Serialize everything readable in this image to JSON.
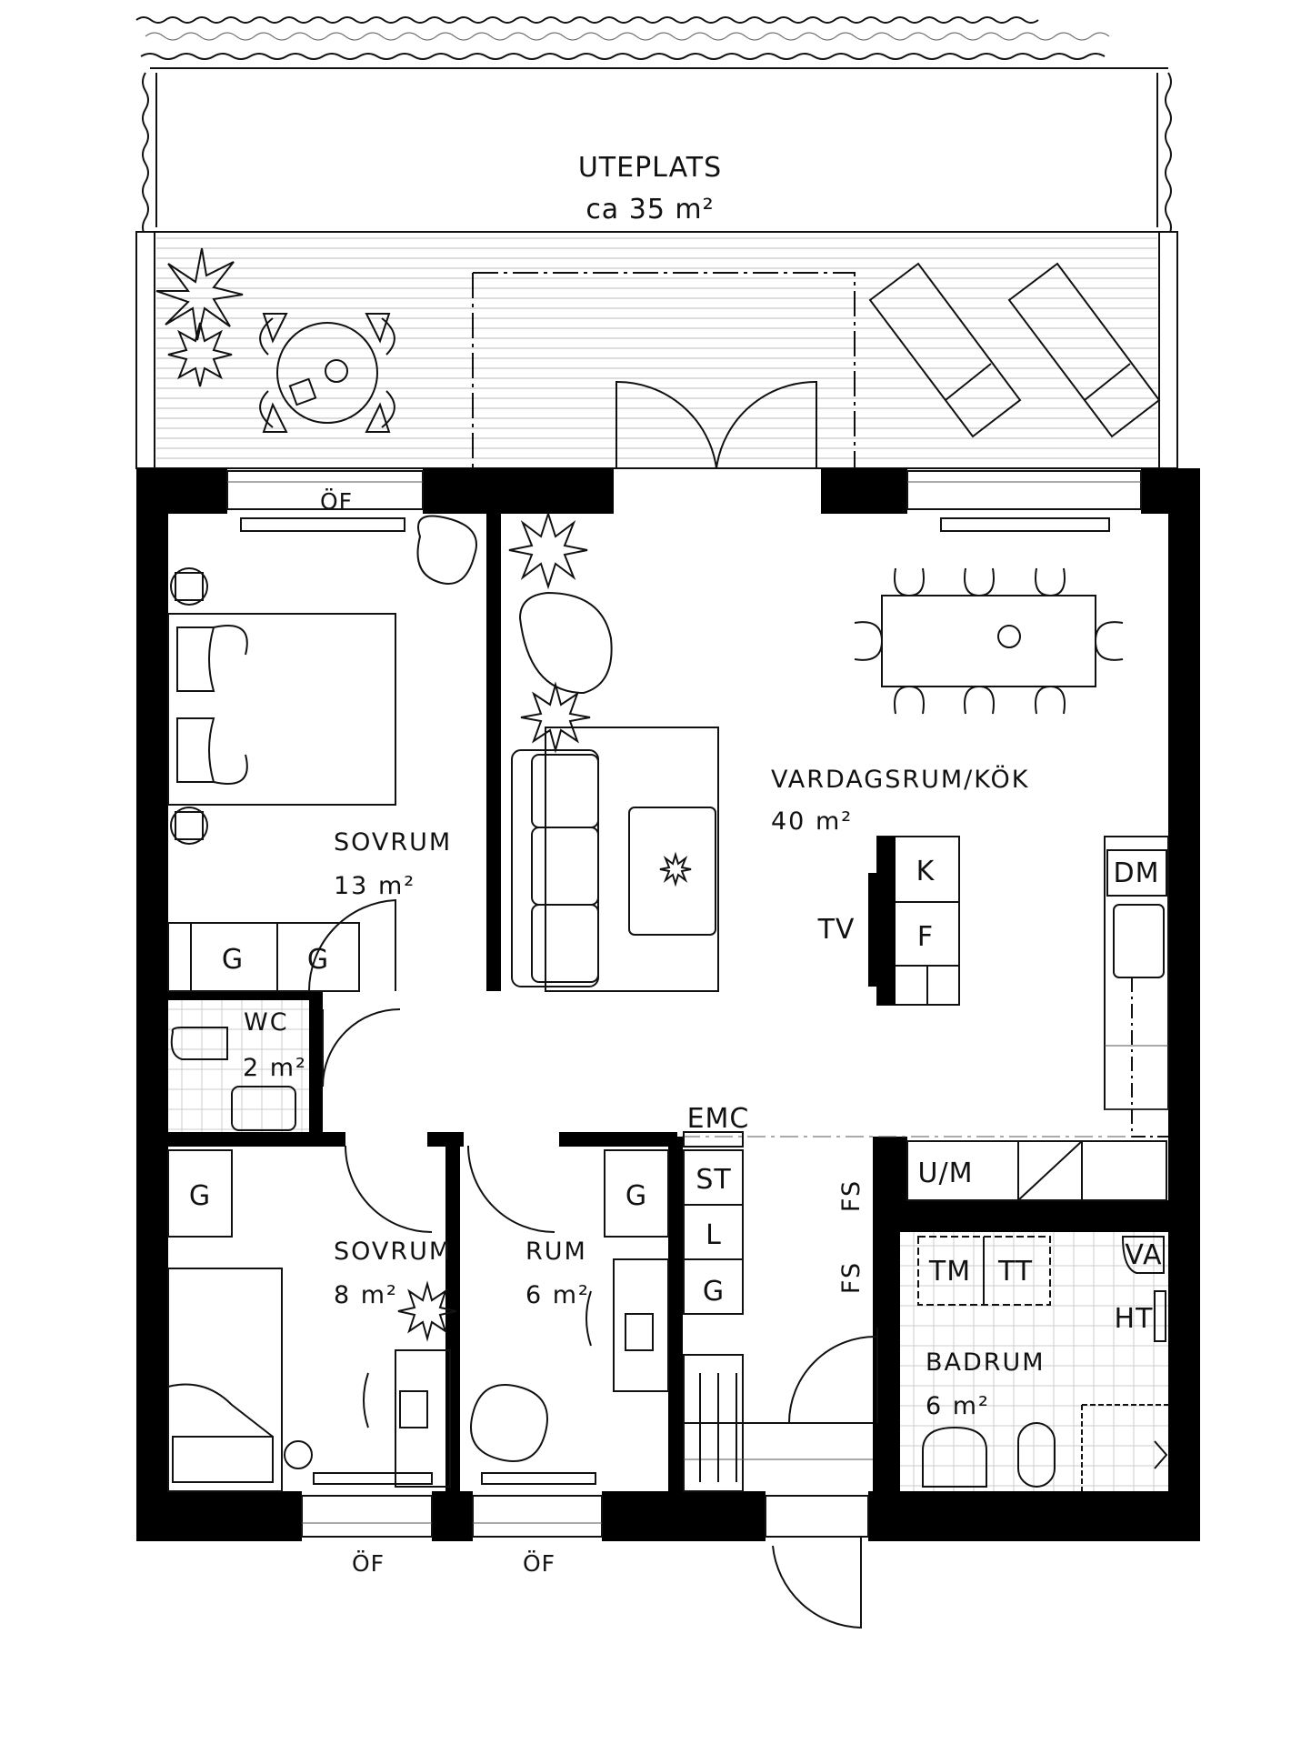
{
  "terrace": {
    "name": "UTEPLATS",
    "area": "ca 35 m²"
  },
  "rooms": {
    "bedroom_main": {
      "name": "SOVRUM",
      "area": "13 m²"
    },
    "living_kitchen": {
      "name": "VARDAGSRUM/KÖK",
      "area": "40 m²"
    },
    "wc": {
      "name": "WC",
      "area": "2 m²"
    },
    "bedroom_small": {
      "name": "SOVRUM",
      "area": "8 m²"
    },
    "room": {
      "name": "RUM",
      "area": "6 m²"
    },
    "bathroom": {
      "name": "BADRUM",
      "area": "6 m²"
    }
  },
  "fixtures": {
    "window_top": "ÖF",
    "window_bottom_1": "ÖF",
    "window_bottom_2": "ÖF",
    "wardrobe_1": "G",
    "wardrobe_2": "G",
    "wardrobe_3": "G",
    "wardrobe_4": "G",
    "wardrobe_hall": "G",
    "fridge": "K",
    "freezer": "F",
    "tv": "TV",
    "dishwasher": "DM",
    "emc": "EMC",
    "storage": "ST",
    "linen": "L",
    "microwave": "U/M",
    "fs_1": "FS",
    "fs_2": "FS",
    "washer": "TM",
    "dryer": "TT",
    "water_heater": "VA",
    "towel_dryer": "HT"
  }
}
